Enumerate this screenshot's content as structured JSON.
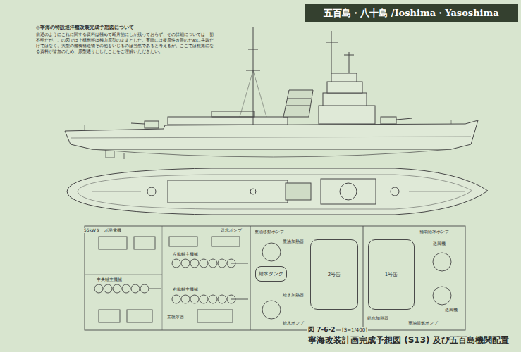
{
  "diagram": {
    "title": "五百島・八十島 /Ioshima・Yasoshima",
    "caption": "寧海改装計画完成予想図 (S13) 及び五百島機関配置",
    "nodes": [
      {
        "text": [
          "給水タンク"
        ]
      },
      {
        "text": [
          "2号缶"
        ]
      },
      {
        "text": [
          "1号缶"
        ]
      }
    ],
    "labels": [
      "◎寧海の特設巡洋艦改装完成予想図について",
      "前述のようにこれに関する資料は極めて断片的にしか残っておらず、その詳細については一切不明だが、この図では上構形態は極力原型のままとした。実際には復原性改善のために兵装だけではなく、大型の艦橋構造物その他をいじるのは当然であると考えるが、ここでは根拠になる資料が皆無のため、原型通りとしたことをご理解いただきたい。",
      "55kWターボ発電機",
      "送水ポンプ",
      "重油移動ポンプ",
      "重油加熱器",
      "左舷軸主機械",
      "中央軸主機械",
      "右舷軸主機械",
      "主復水器",
      "給水加熱器",
      "給水ポンプ",
      "補助給水ポンプ",
      "送風機",
      "給水加熱器",
      "重油噴燃ポンプ",
      "送風機",
      "図 7-6-2",
      "[S=1/400]"
    ]
  }
}
